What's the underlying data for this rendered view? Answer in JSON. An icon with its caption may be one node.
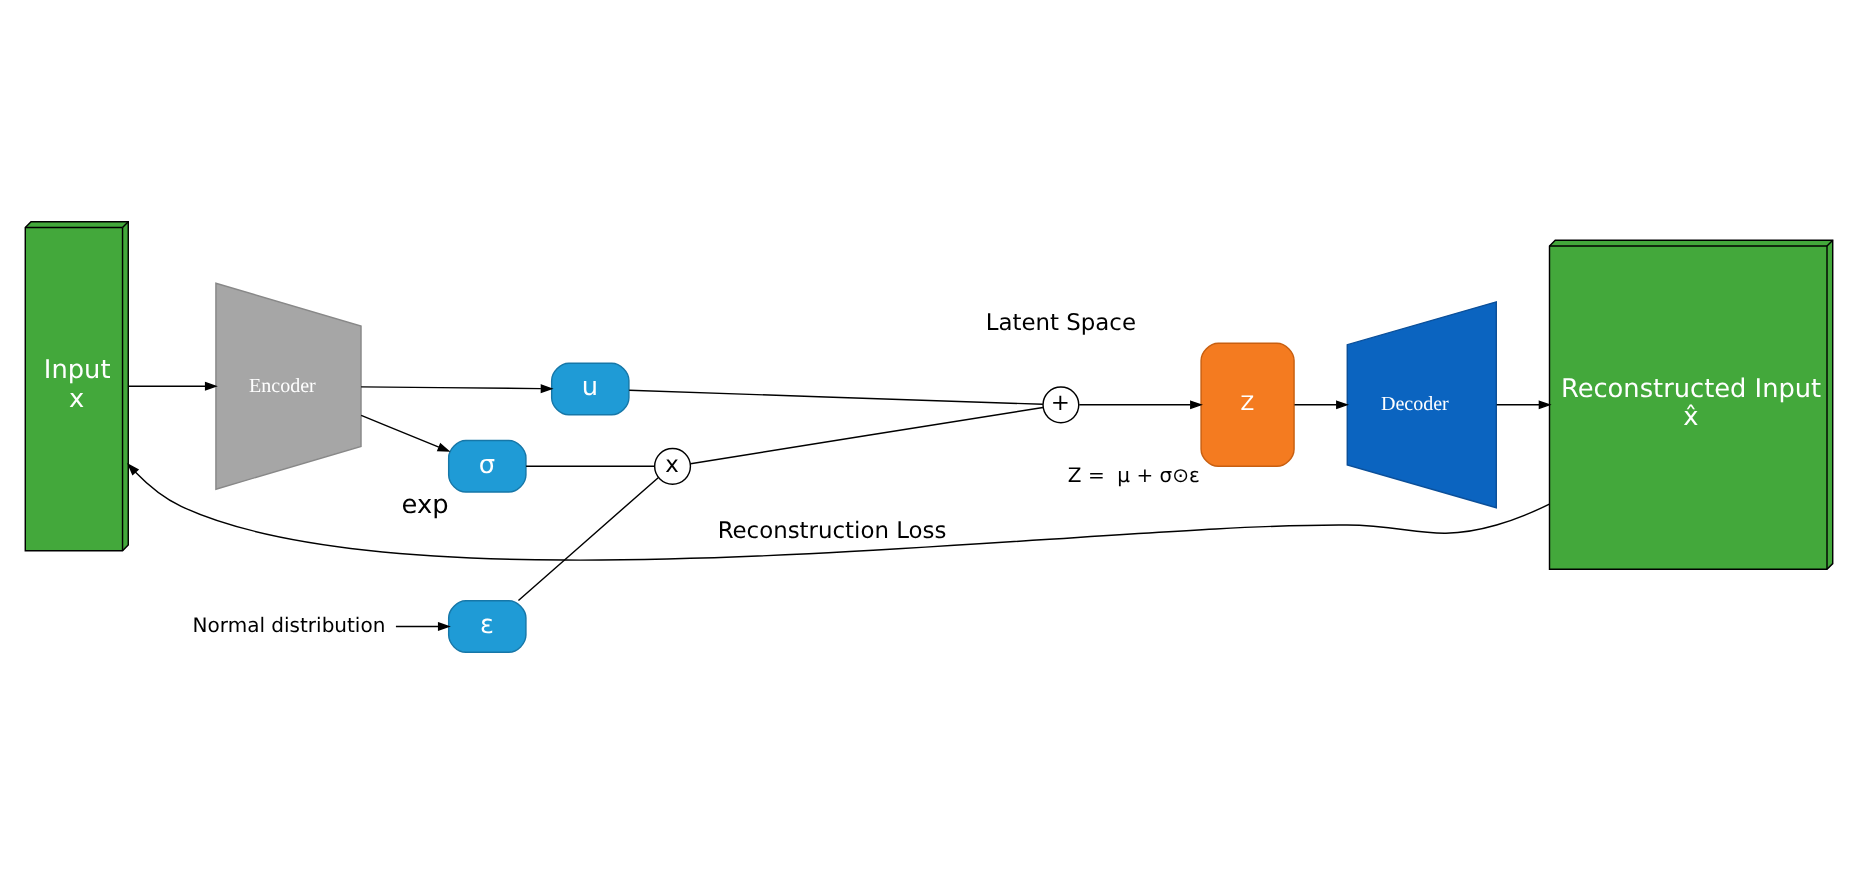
{
  "diagram": {
    "nodes": [
      {
        "text": [
          "Input",
          "x"
        ]
      },
      {
        "text": [
          "Encoder"
        ]
      },
      {
        "text": [
          "u"
        ]
      },
      {
        "text": [
          "σ"
        ],
        "beside": [
          "exp"
        ]
      },
      {
        "text": [
          "ε"
        ]
      },
      {
        "text": [
          "Normal distribution"
        ]
      },
      {
        "text": [
          "+"
        ]
      },
      {
        "text": [
          "x"
        ]
      },
      {
        "text": [
          "Z"
        ],
        "beside": [
          "Z =  μ + σ⊙ε"
        ]
      },
      {
        "text": [
          "Decoder"
        ]
      },
      {
        "text": [
          "Reconstructed Input",
          "x̂"
        ]
      }
    ],
    "edges": [
      {
        "from": 0,
        "to": 1,
        "arrow": "to"
      },
      {
        "from": 1,
        "to": 2,
        "arrow": "to"
      },
      {
        "from": 1,
        "to": 3,
        "arrow": "to"
      },
      {
        "from": 2,
        "to": 6,
        "arrow": "none"
      },
      {
        "from": 3,
        "to": 7,
        "arrow": "none"
      },
      {
        "from": 5,
        "to": 4,
        "arrow": "to"
      },
      {
        "from": 4,
        "to": 7,
        "arrow": "none"
      },
      {
        "from": 7,
        "to": 6,
        "arrow": "none"
      },
      {
        "from": 6,
        "to": 8,
        "arrow": "to"
      },
      {
        "from": 8,
        "to": 9,
        "arrow": "to"
      },
      {
        "from": 9,
        "to": 10,
        "arrow": "to"
      },
      {
        "from": 10,
        "to": 0,
        "arrow": "to",
        "label": "Reconstruction Loss"
      }
    ],
    "labels": [
      "Latent Space"
    ]
  }
}
